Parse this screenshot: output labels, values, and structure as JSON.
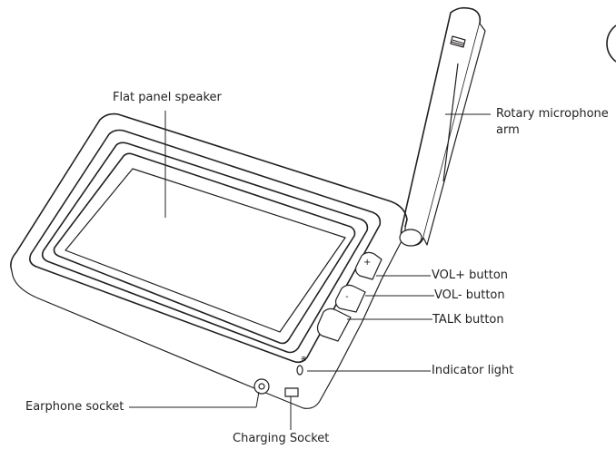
{
  "labels": {
    "flat_panel_speaker": "Flat panel speaker",
    "rotary_mic_arm_line1": "Rotary microphone",
    "rotary_mic_arm_line2": "arm",
    "vol_plus": "VOL+ button",
    "vol_minus": "VOL- button",
    "talk": "TALK button",
    "indicator_light": "Indicator light",
    "earphone_socket": "Earphone socket",
    "charging_socket": "Charging Socket"
  },
  "button_glyphs": {
    "plus": "+",
    "minus": "-"
  },
  "colors": {
    "line": "#231f20",
    "background": "#ffffff"
  }
}
